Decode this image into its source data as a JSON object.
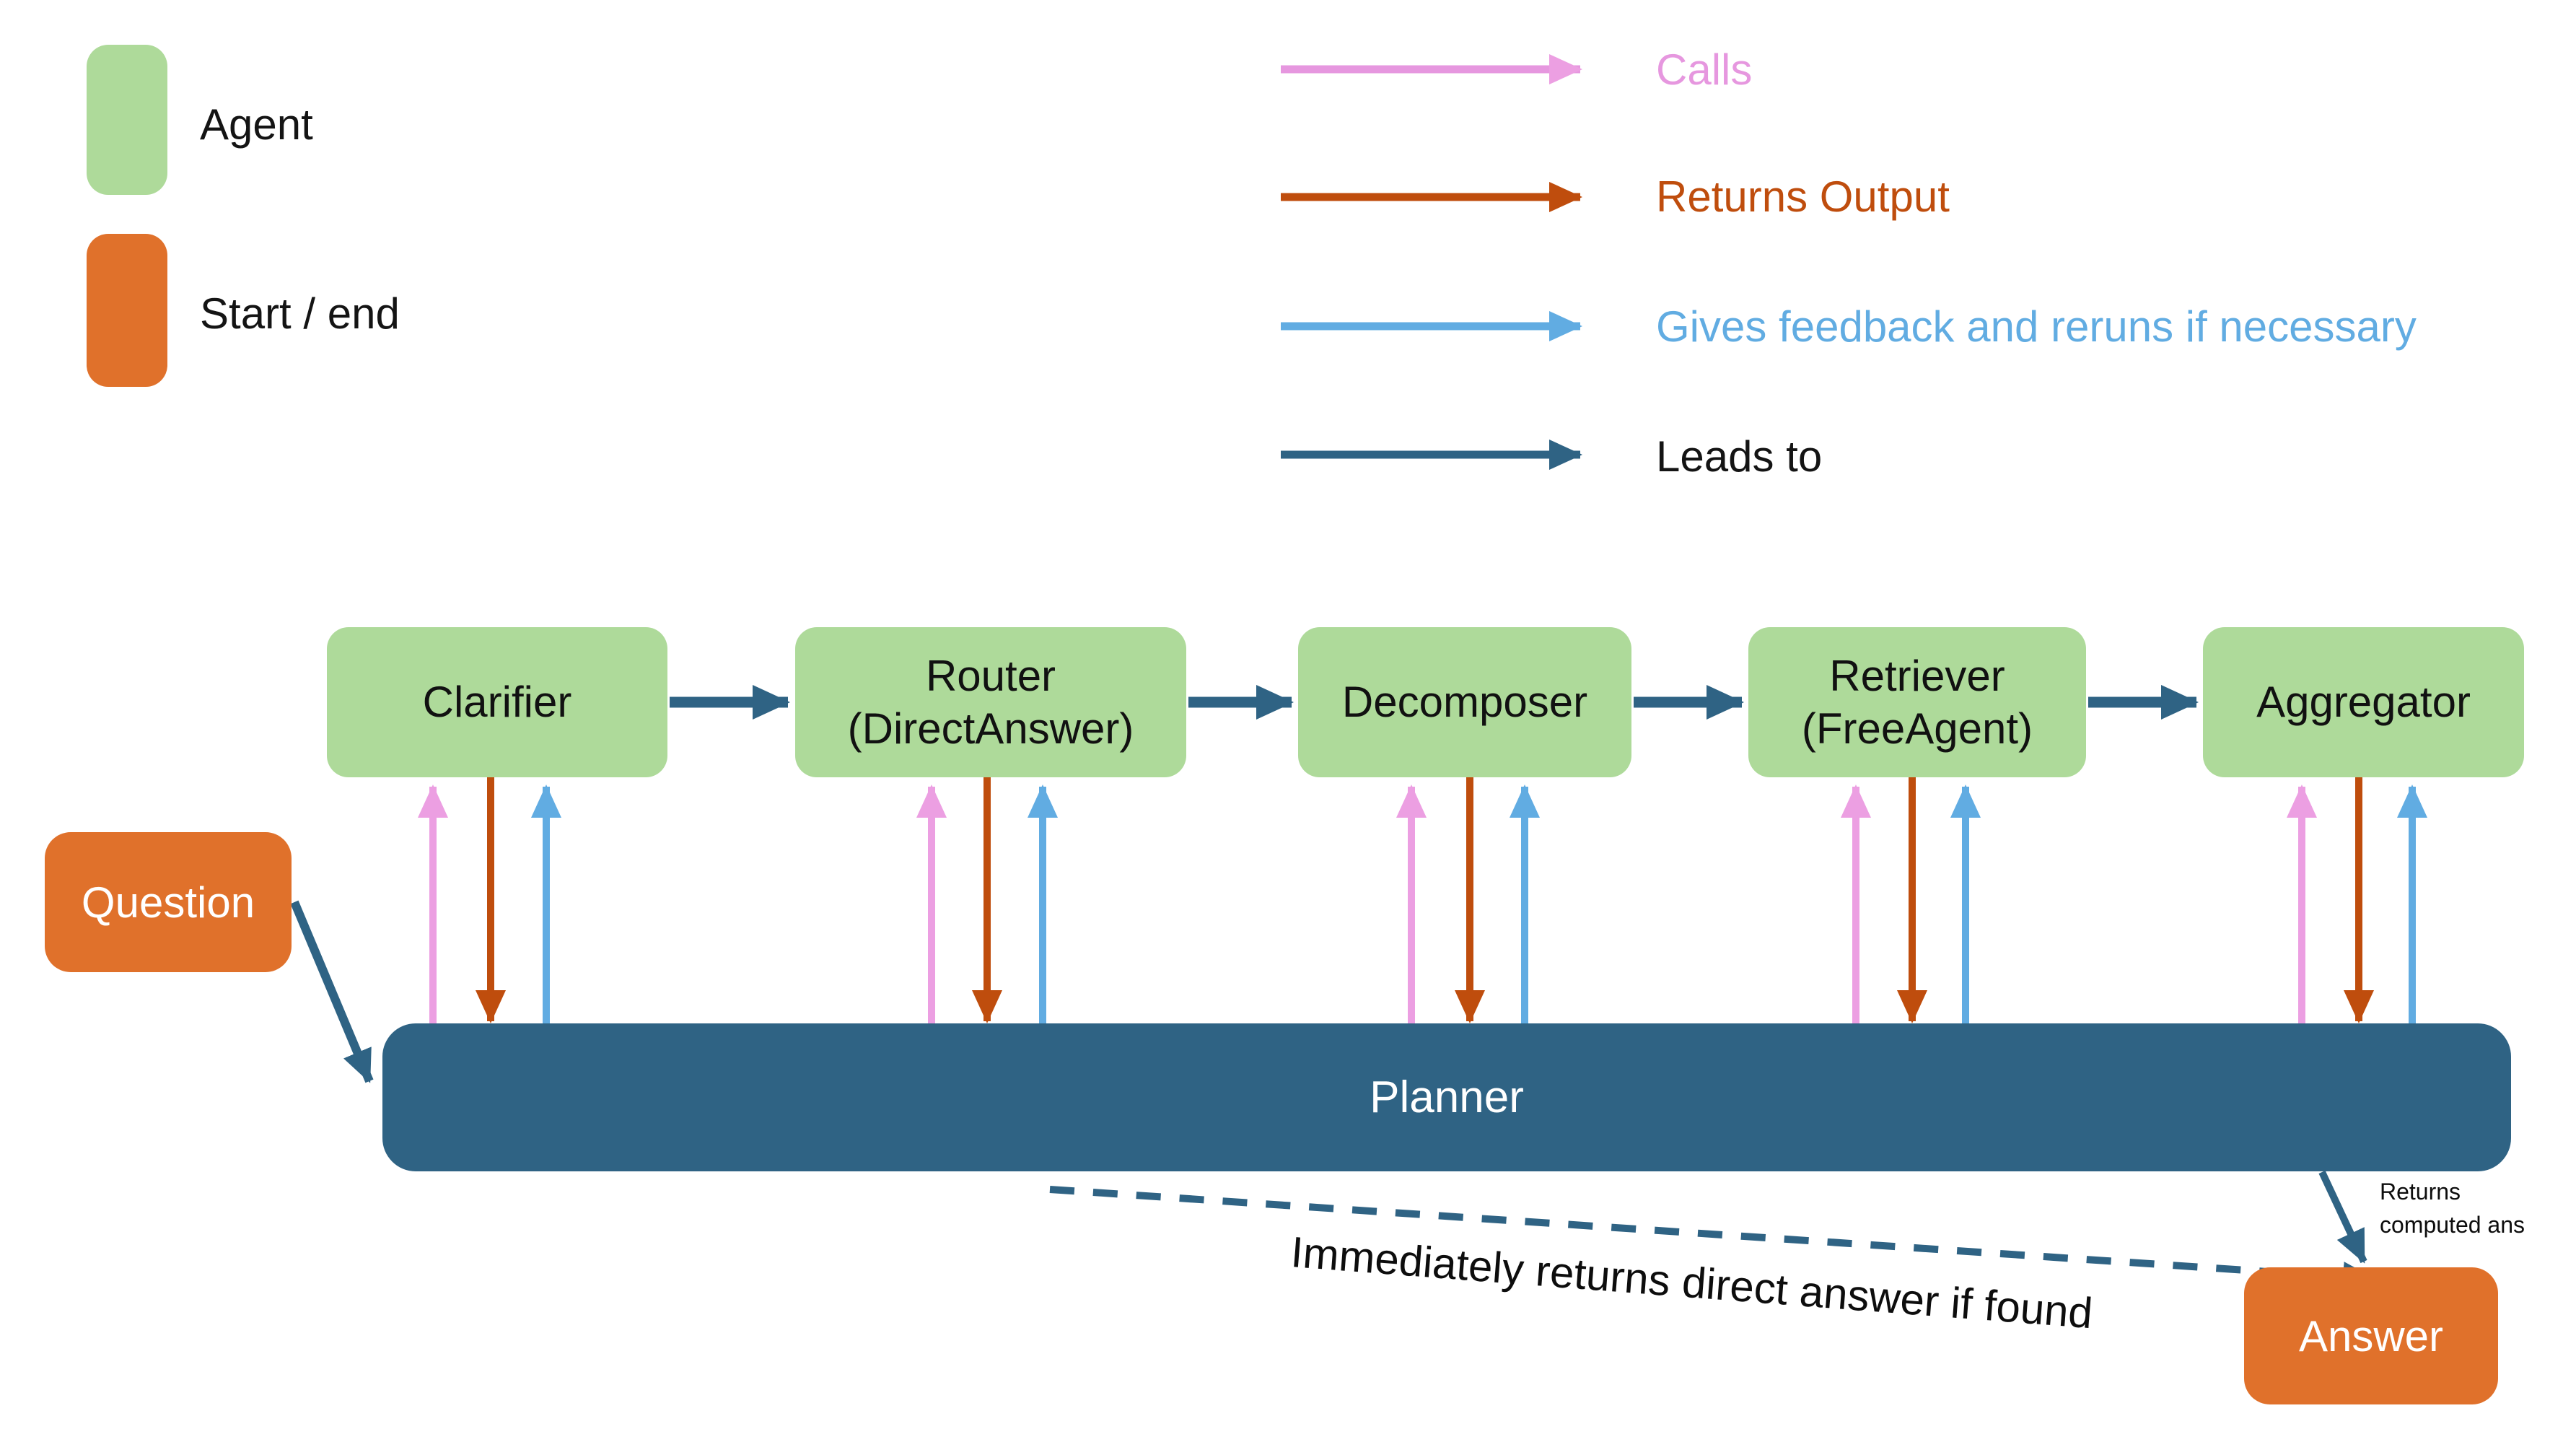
{
  "legend": {
    "items": [
      {
        "label": "Agent",
        "color": "#AEDA9A"
      },
      {
        "label": "Start / end",
        "color": "#E0712B"
      }
    ]
  },
  "arrow_legend": {
    "items": [
      {
        "label": "Calls",
        "color": "#E697DF"
      },
      {
        "label": "Returns Output",
        "color": "#BF4D0D"
      },
      {
        "label": "Gives feedback and reruns if necessary",
        "color": "#61ACE2"
      },
      {
        "label": "Leads to",
        "color": "#2F6384",
        "label_color": "#141414"
      }
    ]
  },
  "flow": {
    "agents": [
      {
        "line1": "Clarifier",
        "line2": ""
      },
      {
        "line1": "Router",
        "line2": "(DirectAnswer)"
      },
      {
        "line1": "Decomposer",
        "line2": ""
      },
      {
        "line1": "Retriever",
        "line2": "(FreeAgent)"
      },
      {
        "line1": "Aggregator",
        "line2": ""
      }
    ],
    "planner": {
      "label": "Planner",
      "color": "#2F6384"
    },
    "start_node": {
      "label": "Question",
      "color": "#E0712B"
    },
    "end_node": {
      "label": "Answer",
      "color": "#E0712B"
    }
  },
  "annotations": {
    "direct_answer": "Immediately returns direct answer if found",
    "computed_answer": "Returns computed ans"
  },
  "colors": {
    "agent_green": "#AEDA9A",
    "start_end_orange": "#E0712B",
    "planner_blue": "#2F6384",
    "calls_pink": "#EC9FE2",
    "returns_output_rust": "#BF4D0D",
    "feedback_light_blue": "#61ACE2",
    "leads_to_dark_blue": "#2F6384"
  }
}
